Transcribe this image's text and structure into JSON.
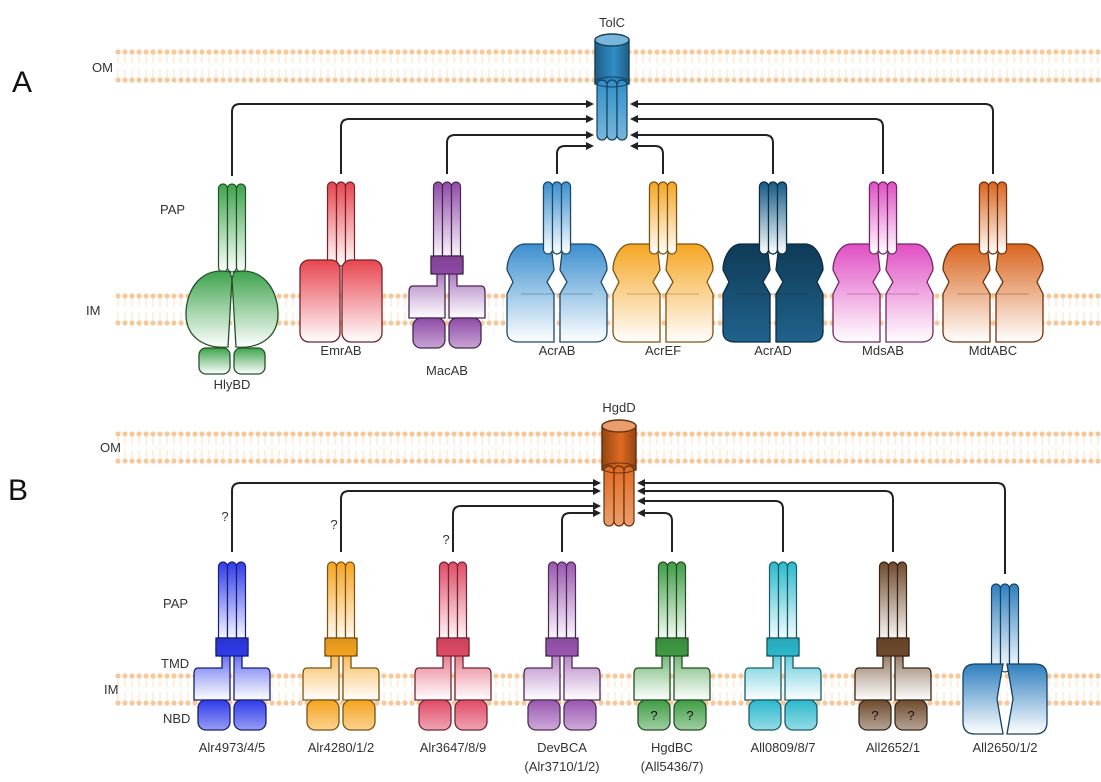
{
  "panel_a": {
    "letter": "A",
    "outer_label": "OM",
    "inner_label": "IM",
    "pap_label": "PAP",
    "channel_name": "TolC",
    "channel_color": "#2f8fc9",
    "transporters": [
      {
        "name": "HlyBD",
        "color": "#3fa34d",
        "style": "hly"
      },
      {
        "name": "EmrAB",
        "color": "#e8454f",
        "style": "emr"
      },
      {
        "name": "MacAB",
        "color": "#8e4aa6",
        "style": "abc"
      },
      {
        "name": "AcrAB",
        "color": "#3b8fcf",
        "style": "rnd"
      },
      {
        "name": "AcrEF",
        "color": "#f5a623",
        "style": "rnd"
      },
      {
        "name": "AcrAD",
        "color": "#155a86",
        "style": "rnd"
      },
      {
        "name": "MdsAB",
        "color": "#e04fc4",
        "style": "rnd"
      },
      {
        "name": "MdtABC",
        "color": "#d9651e",
        "style": "rnd"
      }
    ]
  },
  "panel_b": {
    "letter": "B",
    "outer_label": "OM",
    "inner_label": "IM",
    "pap_label": "PAP",
    "tmd_label": "TMD",
    "nbd_label": "NBD",
    "channel_name": "HgdD",
    "channel_color": "#e06a1f",
    "unknown_mark": "?",
    "transporters": [
      {
        "name": "Alr4973/4/5",
        "sub": "",
        "color": "#2f3bea",
        "style": "abc",
        "link_unknown": true,
        "nbd_unknown": false
      },
      {
        "name": "Alr4280/1/2",
        "sub": "",
        "color": "#f5a41f",
        "style": "abc",
        "link_unknown": true,
        "nbd_unknown": false
      },
      {
        "name": "Alr3647/8/9",
        "sub": "",
        "color": "#e04a66",
        "style": "abc",
        "link_unknown": true,
        "nbd_unknown": false
      },
      {
        "name": "DevBCA",
        "sub": "(Alr3710/1/2)",
        "color": "#9a56b0",
        "style": "abc",
        "link_unknown": false,
        "nbd_unknown": false
      },
      {
        "name": "HgdBC",
        "sub": "(All5436/7)",
        "color": "#3f9c45",
        "style": "abc",
        "link_unknown": false,
        "nbd_unknown": true
      },
      {
        "name": "All0809/8/7",
        "sub": "",
        "color": "#2bb8cc",
        "style": "abc",
        "link_unknown": false,
        "nbd_unknown": false
      },
      {
        "name": "All2652/1",
        "sub": "",
        "color": "#6e4a2c",
        "style": "abc",
        "link_unknown": false,
        "nbd_unknown": true
      },
      {
        "name": "All2650/1/2",
        "sub": "",
        "color": "#2f7fbf",
        "style": "pore",
        "link_unknown": false,
        "nbd_unknown": false
      }
    ]
  }
}
